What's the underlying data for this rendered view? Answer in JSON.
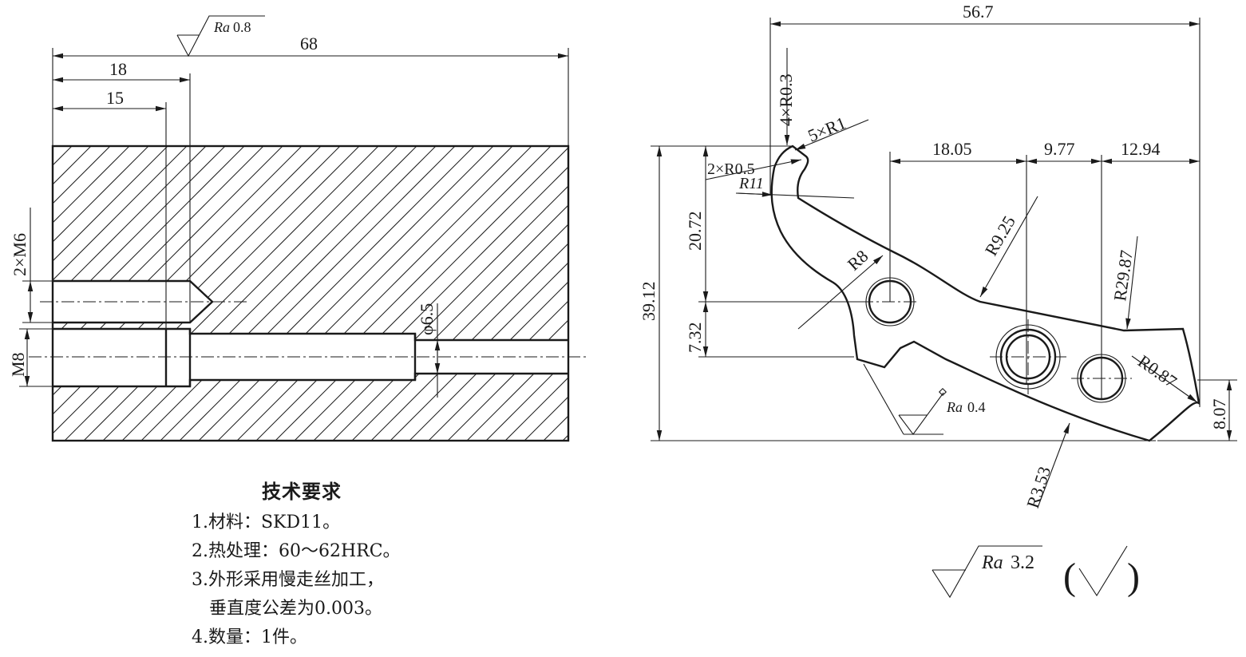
{
  "left_view": {
    "dims": {
      "overall_length": "68",
      "depth_18": "18",
      "depth_15": "15",
      "thread_2xm6": "2×M6",
      "thread_m8": "M8",
      "diameter": "φ6.5"
    },
    "roughness": {
      "symbol_ra": "Ra",
      "value": "0.8"
    }
  },
  "right_view": {
    "dims": {
      "width_total": "56.7",
      "h_18_05": "18.05",
      "h_9_77": "9.77",
      "h_12_94": "12.94",
      "height_total": "39.12",
      "v_20_72": "20.72",
      "v_7_32": "7.32",
      "v_8_07": "8.07",
      "r_4xr03": "4×R0.3",
      "r_5xr1": "5×R1",
      "r_2xr05": "2×R0.5",
      "r11": "R11",
      "r8": "R8",
      "r9_25": "R9.25",
      "r29_87": "R29.87",
      "r0_87": "R0.87",
      "r3_53": "R3.53"
    },
    "roughness": {
      "symbol_ra": "Ra",
      "value": "0.4"
    }
  },
  "general_roughness": {
    "symbol_ra": "Ra",
    "value": "3.2",
    "open_paren": "(",
    "close_paren": ")"
  },
  "tech_requirements": {
    "title": "技术要求",
    "items": [
      "1.材料：SKD11。",
      "2.热处理：60～62HRC。",
      "3.外形采用慢走丝加工，",
      "垂直度公差为0.003。",
      "4.数量：1件。"
    ]
  }
}
